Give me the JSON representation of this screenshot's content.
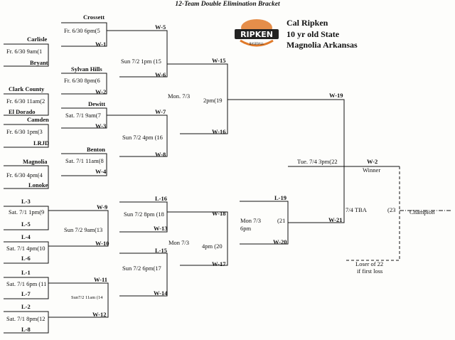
{
  "header": {
    "title": "12-Team Double Elimination Bracket"
  },
  "event": {
    "line1": "Cal Ripken",
    "line2": "10 yr old State",
    "line3": "Magnolia Arkansas"
  },
  "logo": {
    "text": "RIPKEN",
    "subtext": "BASEBALL"
  },
  "winners": {
    "crossett": "Crossett",
    "g5": "Fr. 6/30 6pm(5",
    "w1": "W-1",
    "carlisle": "Carlisle",
    "g1": "Fr. 6/30 9am(1",
    "bryant": "Bryant",
    "w5": "W-5",
    "g15": "Sun 7/2 1pm (15",
    "w6": "W-6",
    "sylvan": "Sylvan Hills",
    "g6": "Fr. 6/30 8pm(6",
    "w2": "W-2",
    "clark": "Clark County",
    "g2": "Fr. 6/30 11am(2",
    "eldorado": "El Dorado",
    "w15": "W-15",
    "mon73": "Mon. 7/3",
    "g19": "2pm(19",
    "w16": "W-16",
    "dewitt": "Dewitt",
    "g7": "Sat. 7/1 9am(7",
    "w3": "W-3",
    "camden": "Camden",
    "g3": "Fr. 6/30 1pm(3",
    "lrjd": "LRJD",
    "w7": "W-7",
    "g16": "Sun 7/2 4pm (16",
    "w8": "W-8",
    "benton": "Benton",
    "g8": "Sat. 7/1 11am(8",
    "w4": "W-4",
    "magnolia": "Magnolia",
    "g4": "Fr. 6/30 4pm(4",
    "lonoke": "Lonoke",
    "w19": "W-19",
    "g22": "Tue. 7/4  3pm(22"
  },
  "final": {
    "w2": "W-2",
    "winner": "Winner",
    "g23date": "7/4  TBA",
    "g23": "(23",
    "champion": "Champion",
    "loser1": "Loser of 22",
    "loser2": "if first loss"
  },
  "losers": {
    "l3": "L-3",
    "g9": "Sat. 7/1 1pm(9",
    "l5": "L-5",
    "w9": "W-9",
    "l4": "L-4",
    "g10": "Sat. 7/1 4pm(10",
    "l6": "L-6",
    "w10": "W-10",
    "l16": "L-16",
    "g18": "Sun 7/2 8pm (18",
    "w13": "W-13",
    "g13": "Sun 7/2 9am(13",
    "w18": "W-18",
    "mon73": "Mon 7/3",
    "g20": "4pm  (20",
    "w17": "W-17",
    "l19": "L-19",
    "mon73b": "Mon 7/3",
    "pm6": "6pm",
    "g21": "(21",
    "w20": "W-20",
    "w21": "W-21",
    "l15": "L-15",
    "g17": "Sun 7/2 6pm(17",
    "w14": "W-14",
    "l1": "L-1",
    "g11": "Sat. 7/1 6pm (11",
    "l7": "L-7",
    "w11": "W-11",
    "g14": "Sun7/2 11am (14",
    "l2": "L-2",
    "g12": "Sat. 7/1 8pm(12",
    "l8": "L-8",
    "w12": "W-12"
  },
  "colors": {
    "logo_orange": "#e07a2a",
    "logo_dark": "#222222"
  }
}
